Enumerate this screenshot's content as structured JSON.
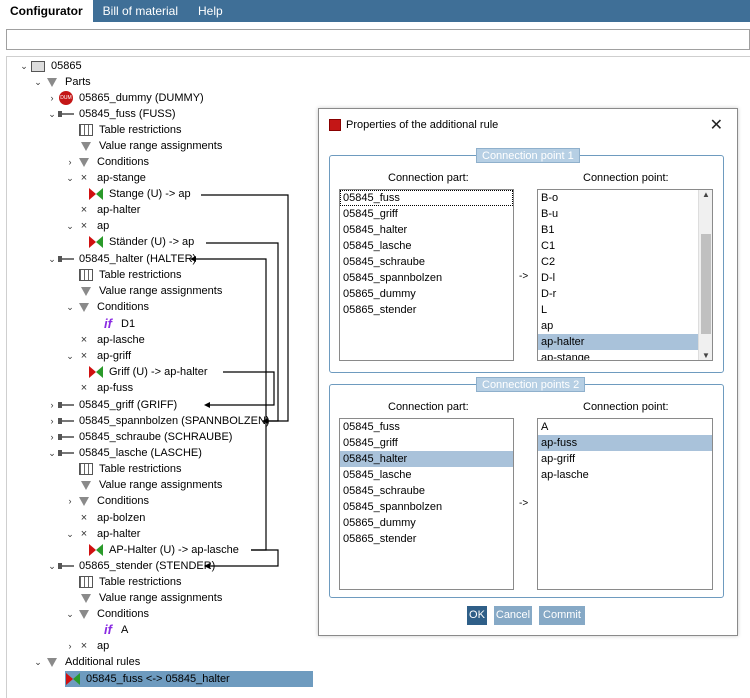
{
  "menu": {
    "tabs": [
      "Configurator",
      "Bill of material",
      "Help"
    ]
  },
  "tree": {
    "root": "05865",
    "parts": "Parts",
    "dummy": "05865_dummy (DUMMY)",
    "fuss": {
      "label": "05845_fuss (FUSS)",
      "table": "Table restrictions",
      "range": "Value range assignments",
      "conditions": "Conditions",
      "ap_stange": "ap-stange",
      "stange_rule": "Stange (U) -> ap",
      "ap_halter": "ap-halter",
      "ap": "ap",
      "staender_rule": "Ständer (U) -> ap"
    },
    "halter": {
      "label": "05845_halter (HALTER)",
      "table": "Table restrictions",
      "range": "Value range assignments",
      "conditions": "Conditions",
      "d1": "D1",
      "ap_lasche": "ap-lasche",
      "ap_griff": "ap-griff",
      "griff_rule": "Griff (U) -> ap-halter",
      "ap_fuss": "ap-fuss"
    },
    "griff": "05845_griff (GRIFF)",
    "spannbolzen": "05845_spannbolzen (SPANNBOLZEN)",
    "schraube": "05845_schraube (SCHRAUBE)",
    "lasche": {
      "label": "05845_lasche (LASCHE)",
      "table": "Table restrictions",
      "range": "Value range assignments",
      "conditions": "Conditions",
      "ap_bolzen": "ap-bolzen",
      "ap_halter": "ap-halter",
      "rule": "AP-Halter (U) -> ap-lasche"
    },
    "stender": {
      "label": "05865_stender (STENDER)",
      "table": "Table restrictions",
      "range": "Value range assignments",
      "conditions": "Conditions",
      "a": "A",
      "ap": "ap"
    },
    "additional": "Additional rules",
    "rule": "05845_fuss <-> 05845_halter",
    "icons": {
      "if": "if",
      "x": "×"
    }
  },
  "dialog": {
    "title": "Properties of the additional rule",
    "close": "✕",
    "group1": "Connection point 1",
    "group2": "Connection points 2",
    "part_col": "Connection part:",
    "point_col": "Connection point:",
    "arrow": "->",
    "parts1": [
      "05845_fuss",
      "05845_griff",
      "05845_halter",
      "05845_lasche",
      "05845_schraube",
      "05845_spannbolzen",
      "05865_dummy",
      "05865_stender"
    ],
    "points1": [
      "B-o",
      "B-u",
      "B1",
      "C1",
      "C2",
      "D-l",
      "D-r",
      "L",
      "ap",
      "ap-halter",
      "ap-stange"
    ],
    "parts2": [
      "05845_fuss",
      "05845_griff",
      "05845_halter",
      "05845_lasche",
      "05845_schraube",
      "05845_spannbolzen",
      "05865_dummy",
      "05865_stender"
    ],
    "points2": [
      "A",
      "ap-fuss",
      "ap-griff",
      "ap-lasche"
    ],
    "ok": "OK",
    "cancel": "Cancel",
    "commit": "Commit"
  }
}
